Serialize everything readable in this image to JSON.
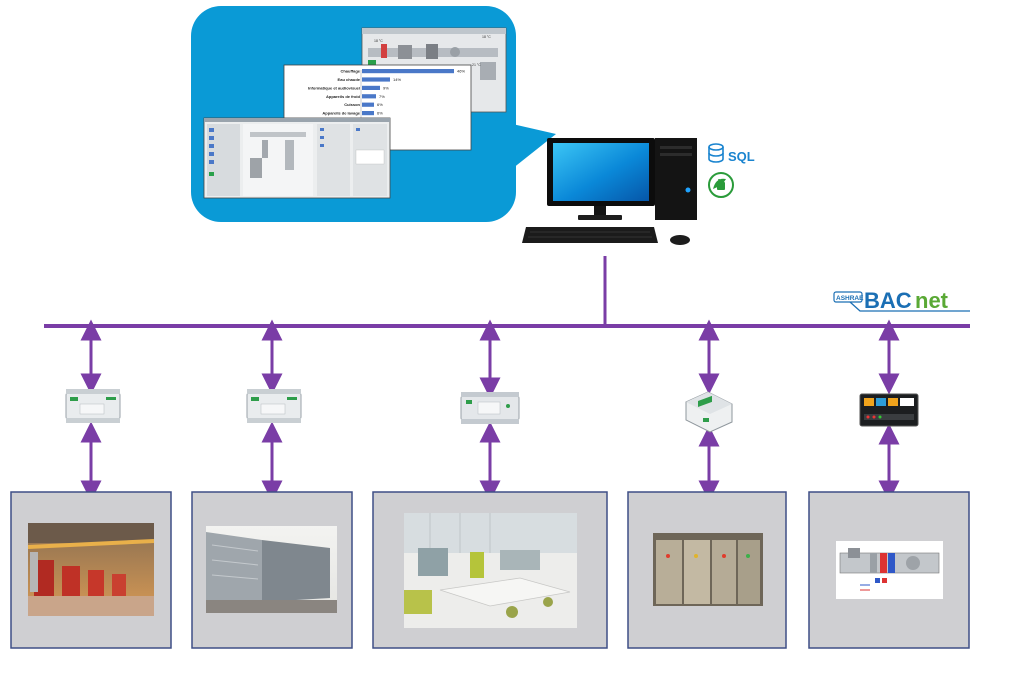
{
  "sql_label": "SQL",
  "bacnet": {
    "ashrae_label": "ASHRAE",
    "logo_text_bac": "BAC",
    "logo_text_net": "net"
  },
  "colors": {
    "bus": "#7a3da6",
    "bubble": "#0a9ad6",
    "panel_fill": "#cfcfd2",
    "panel_border": "#3f4f86",
    "chart_bar": "#4a78c8",
    "bacnet_blue": "#1b6fb4",
    "bacnet_green": "#5aa935"
  },
  "energy_chart": {
    "rows": [
      {
        "label": "Chauffage",
        "value": 46,
        "display": "46%"
      },
      {
        "label": "Eau chaude",
        "value": 14,
        "display": "14%"
      },
      {
        "label": "Informatique et audiovisuel",
        "value": 9,
        "display": "9%"
      },
      {
        "label": "Appareils de froid",
        "value": 7,
        "display": "7%"
      },
      {
        "label": "Cuisson",
        "value": 6,
        "display": "6%"
      },
      {
        "label": "Appareils de lavage",
        "value": 6,
        "display": "6%"
      }
    ]
  },
  "hvac_labels": [
    "18 °C",
    "18 °C",
    "21 °C"
  ],
  "icons": {
    "database": "database-icon",
    "energy": "energy-plug-icon",
    "bacnet": "bacnet-logo"
  },
  "equipment": [
    {
      "id": "boiler-room",
      "photo": "boiler-room-photo",
      "controller": "din-rail-controller"
    },
    {
      "id": "chiller",
      "photo": "rooftop-chiller-photo",
      "controller": "din-rail-controller"
    },
    {
      "id": "office",
      "photo": "open-space-office-photo",
      "controller": "din-rail-controller-io"
    },
    {
      "id": "switchboard",
      "photo": "electrical-switchboard-photo",
      "controller": "energy-meter-module"
    },
    {
      "id": "ahu",
      "photo": "air-handling-unit-diagram",
      "controller": "multi-io-controller"
    }
  ]
}
